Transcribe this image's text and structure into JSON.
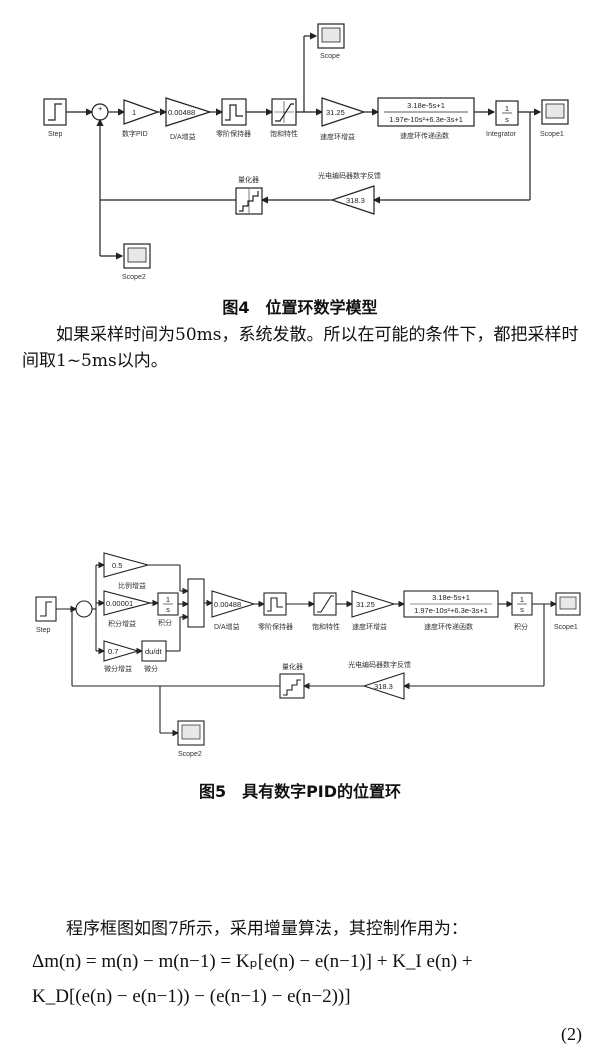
{
  "fig4": {
    "blocks": {
      "step": "Step",
      "sum": "+",
      "pid_gain": "1",
      "pid_label": "数字PID",
      "da_gain": "0.00488",
      "da_label": "D/A增益",
      "zoh_label": "零阶保持器",
      "sat_label": "饱和特性",
      "scope": "Scope",
      "speed_gain": "31.25",
      "speed_gain_label": "速度环增益",
      "tf_num": "3.18e-5s+1",
      "tf_den": "1.97e-10s²+6.3e-3s+1",
      "tf_label": "速度环传递函数",
      "integ_num": "1",
      "integ_den": "s",
      "integ_label": "Integrator",
      "scope1": "Scope1",
      "quant_label": "量化器",
      "enc_gain": "318.3",
      "enc_label": "光电编码器数字反馈",
      "scope2": "Scope2"
    },
    "caption": "图4　位置环数学模型"
  },
  "para1": "如果采样时间为50ms，系统发散。所以在可能的条件下，都把采样时间取1~5ms以内。",
  "fig5": {
    "blocks": {
      "step": "Step",
      "kp": "0.5",
      "kp_label": "比例增益",
      "ki": "0.00001",
      "ki_label": "积分增益",
      "integ1_num": "1",
      "integ1_den": "s",
      "integ1_label": "积分",
      "kd": "0.7",
      "kd_label": "微分增益",
      "deriv": "du/dt",
      "deriv_label": "微分",
      "da_gain": "0.00488",
      "da_label": "D/A增益",
      "zoh_label": "零阶保持器",
      "sat_label": "饱和特性",
      "speed_gain": "31.25",
      "speed_gain_label": "速度环增益",
      "tf_num": "3.18e-5s+1",
      "tf_den": "1.97e-10s²+6.3e-3s+1",
      "tf_label": "速度环传递函数",
      "integ2_num": "1",
      "integ2_den": "s",
      "integ2_label": "积分",
      "scope1": "Scope1",
      "quant_label": "量化器",
      "enc_gain": "318.3",
      "enc_label": "光电编码器数字反馈",
      "scope2": "Scope2"
    },
    "caption": "图5　具有数字PID的位置环"
  },
  "para2": "程序框图如图7所示，采用增量算法，其控制作用为：",
  "equation": {
    "line1": "Δm(n) = m(n) − m(n−1) = Kₚ[e(n) − e(n−1)] + K_I e(n) +",
    "line2": "K_D[(e(n) − e(n−1)) − (e(n−1) − e(n−2))]",
    "number": "(2)"
  }
}
